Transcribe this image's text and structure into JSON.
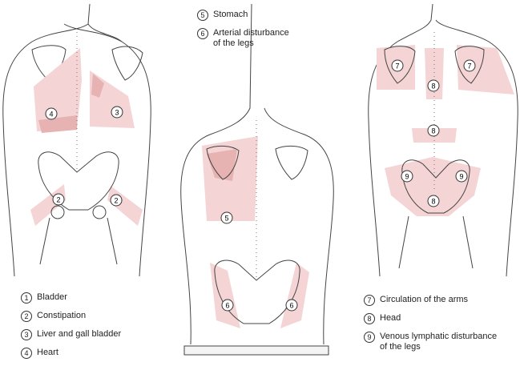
{
  "legend_top": [
    {
      "num": "5",
      "text": "Stomach"
    },
    {
      "num": "6",
      "text": "Arterial disturbance\nof the legs"
    }
  ],
  "legend_left": [
    {
      "num": "1",
      "text": "Bladder"
    },
    {
      "num": "2",
      "text": "Constipation"
    },
    {
      "num": "3",
      "text": "Liver and gall bladder"
    },
    {
      "num": "4",
      "text": "Heart"
    }
  ],
  "legend_right": [
    {
      "num": "7",
      "text": "Circulation of the arms"
    },
    {
      "num": "8",
      "text": "Head"
    },
    {
      "num": "9",
      "text": "Venous lymphatic disturbance\nof the legs"
    }
  ],
  "zone_markers": {
    "m4": "4",
    "m3": "3",
    "m2a": "2",
    "m2b": "2",
    "m5": "5",
    "m6a": "6",
    "m6b": "6",
    "m7a": "7",
    "m7b": "7",
    "m8a": "8",
    "m8b": "8",
    "m8c": "8",
    "m9a": "9",
    "m9b": "9"
  },
  "colors": {
    "zone": "#f4d4d4",
    "zone_dark": "#e7b2b2",
    "line": "#444444"
  }
}
